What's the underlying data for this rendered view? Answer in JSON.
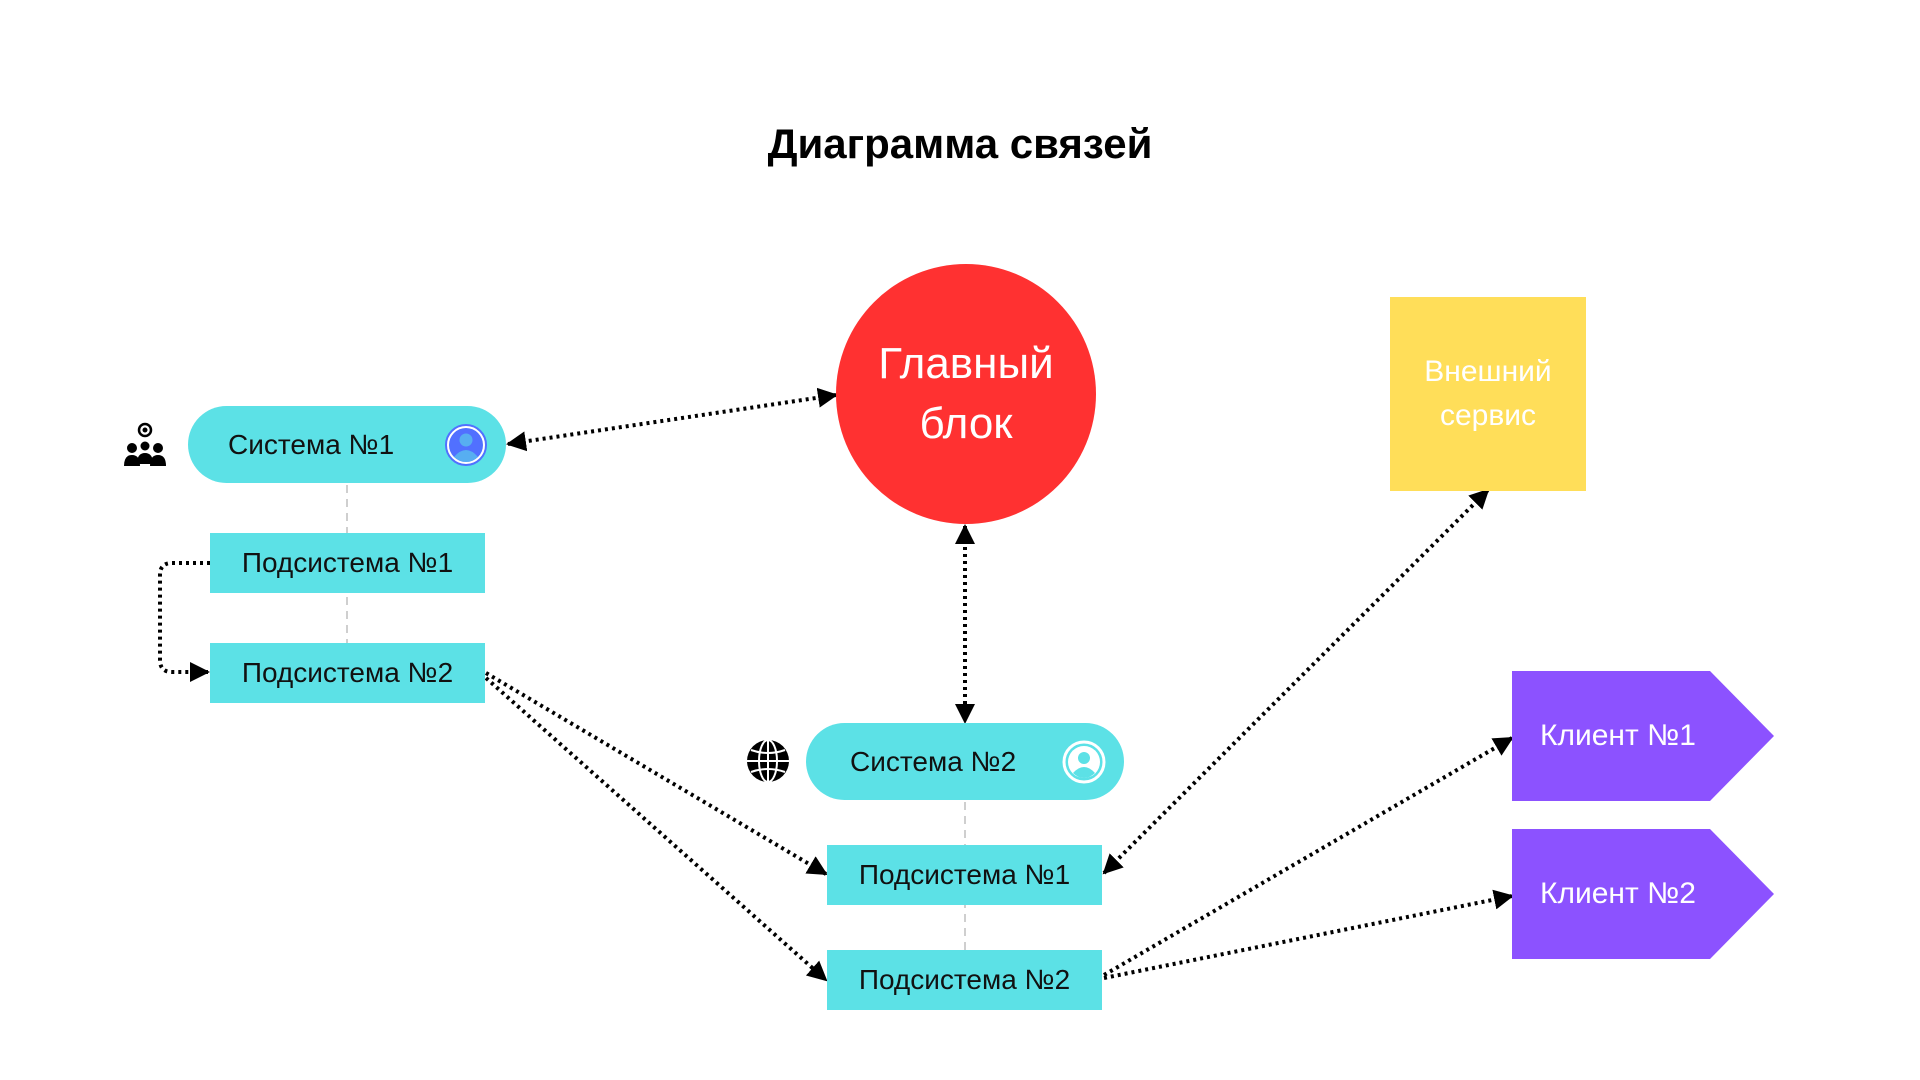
{
  "title": "Диаграмма связей",
  "colors": {
    "cyan": "#5ce1e6",
    "red": "#ff3131",
    "yellow": "#ffde59",
    "purple": "#8c52ff",
    "avatar": "#5170ff"
  },
  "nodes": {
    "main_block": {
      "line1": "Главный",
      "line2": "блок"
    },
    "external_service": {
      "line1": "Внешний",
      "line2": "сервис"
    },
    "system1": {
      "label": "Система №1",
      "icon": "team-icon",
      "avatar_icon": "user-avatar-icon"
    },
    "system1_sub1": {
      "label": "Подсистема №1"
    },
    "system1_sub2": {
      "label": "Подсистема №2"
    },
    "system2": {
      "label": "Система №2",
      "icon": "globe-icon",
      "avatar_icon": "user-avatar-icon"
    },
    "system2_sub1": {
      "label": "Подсистема №1"
    },
    "system2_sub2": {
      "label": "Подсистема №2"
    },
    "client1": {
      "label": "Клиент №1"
    },
    "client2": {
      "label": "Клиент №2"
    }
  },
  "connections": [
    {
      "from": "system1",
      "to": "main_block",
      "style": "dotted",
      "arrows": "both"
    },
    {
      "from": "main_block",
      "to": "system2",
      "style": "dotted",
      "arrows": "both"
    },
    {
      "from": "system1_sub1",
      "to": "system1_sub2",
      "style": "dotted",
      "arrows": "end"
    },
    {
      "from": "system1_sub2",
      "to": "system2_sub1",
      "style": "dotted",
      "arrows": "end"
    },
    {
      "from": "system1_sub2",
      "to": "system2_sub2",
      "style": "dotted",
      "arrows": "end"
    },
    {
      "from": "system2_sub1",
      "to": "external_service",
      "style": "dotted",
      "arrows": "both"
    },
    {
      "from": "system2_sub2",
      "to": "client1",
      "style": "dotted",
      "arrows": "end"
    },
    {
      "from": "system2_sub2",
      "to": "client2",
      "style": "dotted",
      "arrows": "end"
    },
    {
      "from": "system1",
      "to": "system1_sub2",
      "style": "dashed-light",
      "arrows": "none"
    },
    {
      "from": "system2",
      "to": "system2_sub2",
      "style": "dashed-light",
      "arrows": "none"
    }
  ]
}
